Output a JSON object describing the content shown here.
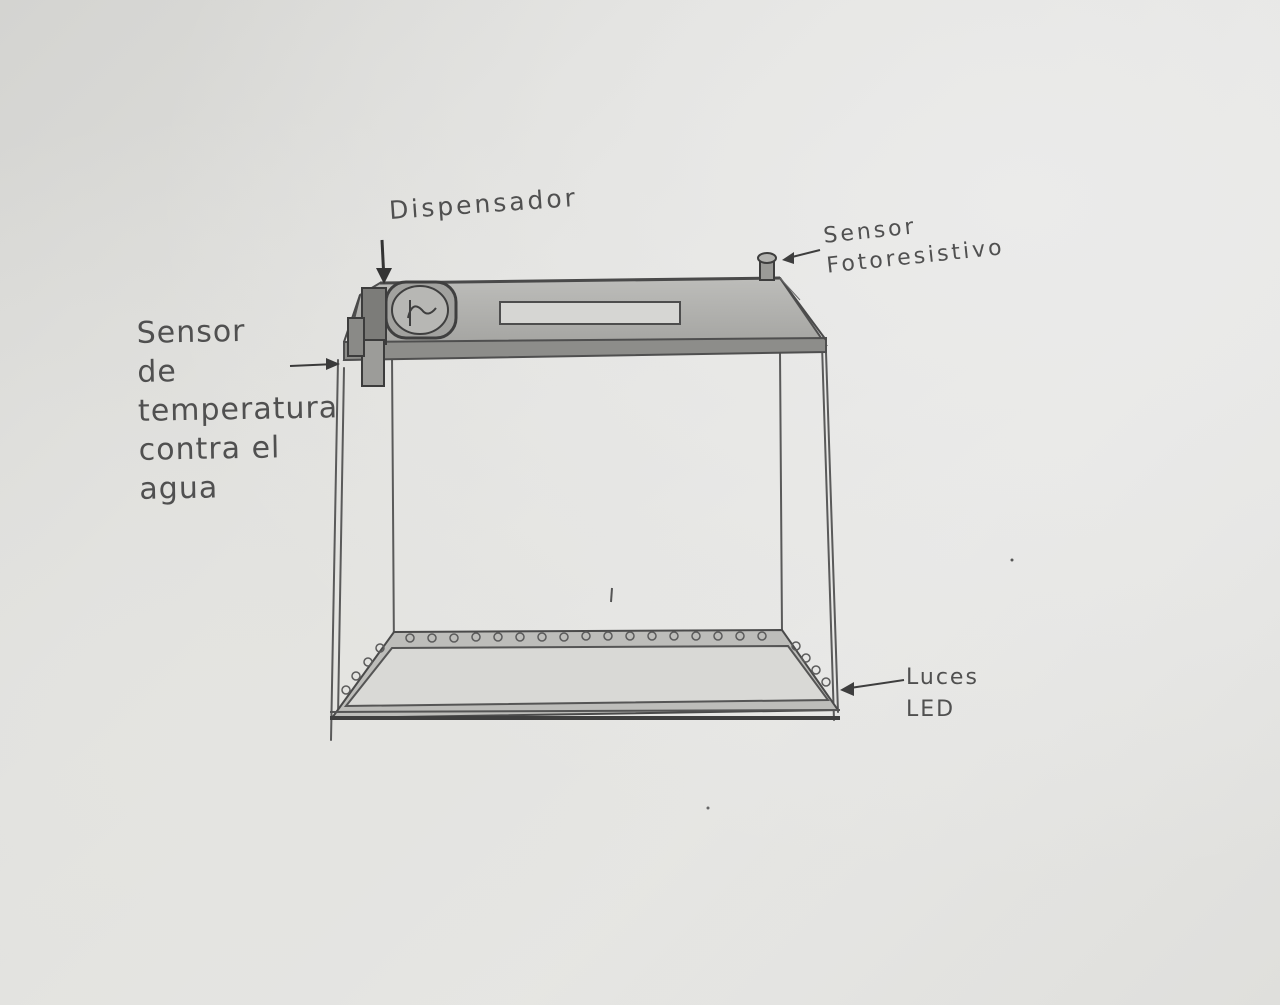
{
  "labels": {
    "temperature_sensor": "Sensor\nde\ntemperatura\ncontra el\nagua",
    "dispenser": "Dispensador",
    "photoresistor": "Sensor\nFotoresistivo",
    "leds": "Luces\nLED"
  },
  "colors": {
    "paper": "#e2e2df",
    "pencil": "#555555",
    "pencil_light": "#8a8a8a",
    "shade": "#a9a9a6"
  }
}
